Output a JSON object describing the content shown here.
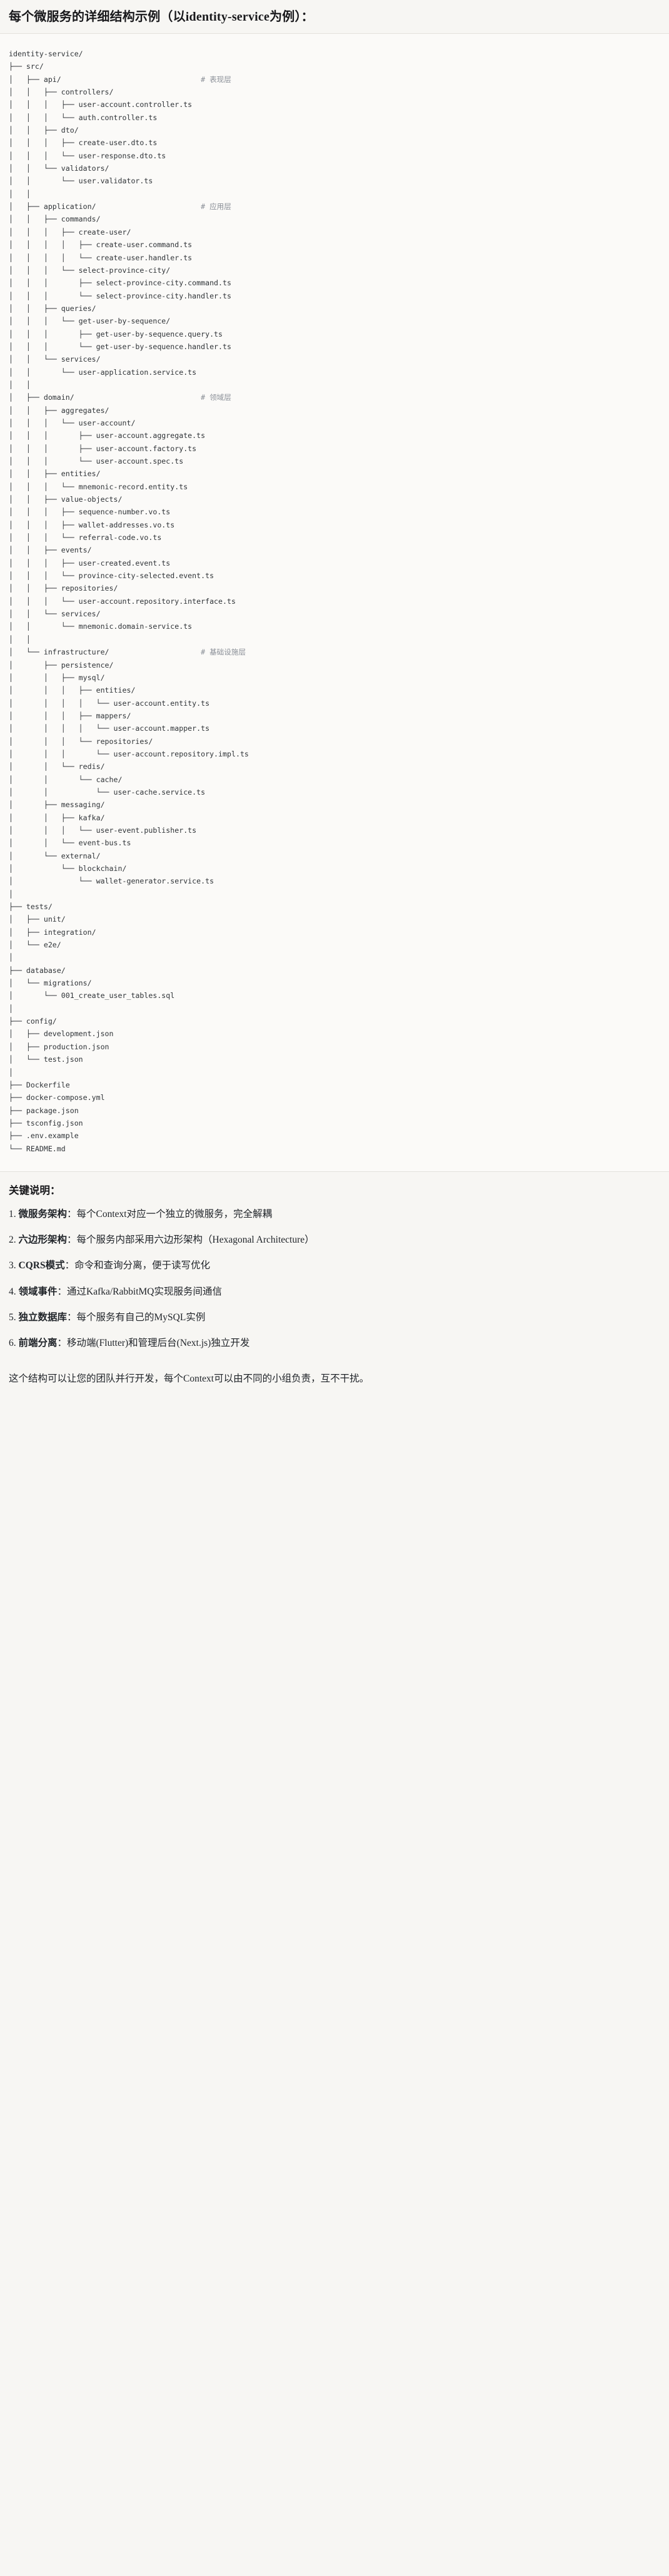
{
  "document": {
    "title": "每个微服务的详细结构示例（以identity-service为例）："
  },
  "tree": {
    "root": "identity-service/",
    "lines": [
      {
        "text": "identity-service/",
        "comment": ""
      },
      {
        "text": "├── src/",
        "comment": ""
      },
      {
        "text": "│   ├── api/",
        "comment": "# 表现层"
      },
      {
        "text": "│   │   ├── controllers/",
        "comment": ""
      },
      {
        "text": "│   │   │   ├── user-account.controller.ts",
        "comment": ""
      },
      {
        "text": "│   │   │   └── auth.controller.ts",
        "comment": ""
      },
      {
        "text": "│   │   ├── dto/",
        "comment": ""
      },
      {
        "text": "│   │   │   ├── create-user.dto.ts",
        "comment": ""
      },
      {
        "text": "│   │   │   └── user-response.dto.ts",
        "comment": ""
      },
      {
        "text": "│   │   └── validators/",
        "comment": ""
      },
      {
        "text": "│   │       └── user.validator.ts",
        "comment": ""
      },
      {
        "text": "│   │",
        "comment": ""
      },
      {
        "text": "│   ├── application/",
        "comment": "# 应用层"
      },
      {
        "text": "│   │   ├── commands/",
        "comment": ""
      },
      {
        "text": "│   │   │   ├── create-user/",
        "comment": ""
      },
      {
        "text": "│   │   │   │   ├── create-user.command.ts",
        "comment": ""
      },
      {
        "text": "│   │   │   │   └── create-user.handler.ts",
        "comment": ""
      },
      {
        "text": "│   │   │   └── select-province-city/",
        "comment": ""
      },
      {
        "text": "│   │   │       ├── select-province-city.command.ts",
        "comment": ""
      },
      {
        "text": "│   │   │       └── select-province-city.handler.ts",
        "comment": ""
      },
      {
        "text": "│   │   ├── queries/",
        "comment": ""
      },
      {
        "text": "│   │   │   └── get-user-by-sequence/",
        "comment": ""
      },
      {
        "text": "│   │   │       ├── get-user-by-sequence.query.ts",
        "comment": ""
      },
      {
        "text": "│   │   │       └── get-user-by-sequence.handler.ts",
        "comment": ""
      },
      {
        "text": "│   │   └── services/",
        "comment": ""
      },
      {
        "text": "│   │       └── user-application.service.ts",
        "comment": ""
      },
      {
        "text": "│   │",
        "comment": ""
      },
      {
        "text": "│   ├── domain/",
        "comment": "# 领域层"
      },
      {
        "text": "│   │   ├── aggregates/",
        "comment": ""
      },
      {
        "text": "│   │   │   └── user-account/",
        "comment": ""
      },
      {
        "text": "│   │   │       ├── user-account.aggregate.ts",
        "comment": ""
      },
      {
        "text": "│   │   │       ├── user-account.factory.ts",
        "comment": ""
      },
      {
        "text": "│   │   │       └── user-account.spec.ts",
        "comment": ""
      },
      {
        "text": "│   │   ├── entities/",
        "comment": ""
      },
      {
        "text": "│   │   │   └── mnemonic-record.entity.ts",
        "comment": ""
      },
      {
        "text": "│   │   ├── value-objects/",
        "comment": ""
      },
      {
        "text": "│   │   │   ├── sequence-number.vo.ts",
        "comment": ""
      },
      {
        "text": "│   │   │   ├── wallet-addresses.vo.ts",
        "comment": ""
      },
      {
        "text": "│   │   │   └── referral-code.vo.ts",
        "comment": ""
      },
      {
        "text": "│   │   ├── events/",
        "comment": ""
      },
      {
        "text": "│   │   │   ├── user-created.event.ts",
        "comment": ""
      },
      {
        "text": "│   │   │   └── province-city-selected.event.ts",
        "comment": ""
      },
      {
        "text": "│   │   ├── repositories/",
        "comment": ""
      },
      {
        "text": "│   │   │   └── user-account.repository.interface.ts",
        "comment": ""
      },
      {
        "text": "│   │   └── services/",
        "comment": ""
      },
      {
        "text": "│   │       └── mnemonic.domain-service.ts",
        "comment": ""
      },
      {
        "text": "│   │",
        "comment": ""
      },
      {
        "text": "│   └── infrastructure/",
        "comment": "# 基础设施层"
      },
      {
        "text": "│       ├── persistence/",
        "comment": ""
      },
      {
        "text": "│       │   ├── mysql/",
        "comment": ""
      },
      {
        "text": "│       │   │   ├── entities/",
        "comment": ""
      },
      {
        "text": "│       │   │   │   └── user-account.entity.ts",
        "comment": ""
      },
      {
        "text": "│       │   │   ├── mappers/",
        "comment": ""
      },
      {
        "text": "│       │   │   │   └── user-account.mapper.ts",
        "comment": ""
      },
      {
        "text": "│       │   │   └── repositories/",
        "comment": ""
      },
      {
        "text": "│       │   │       └── user-account.repository.impl.ts",
        "comment": ""
      },
      {
        "text": "│       │   └── redis/",
        "comment": ""
      },
      {
        "text": "│       │       └── cache/",
        "comment": ""
      },
      {
        "text": "│       │           └── user-cache.service.ts",
        "comment": ""
      },
      {
        "text": "│       ├── messaging/",
        "comment": ""
      },
      {
        "text": "│       │   ├── kafka/",
        "comment": ""
      },
      {
        "text": "│       │   │   └── user-event.publisher.ts",
        "comment": ""
      },
      {
        "text": "│       │   └── event-bus.ts",
        "comment": ""
      },
      {
        "text": "│       └── external/",
        "comment": ""
      },
      {
        "text": "│           └── blockchain/",
        "comment": ""
      },
      {
        "text": "│               └── wallet-generator.service.ts",
        "comment": ""
      },
      {
        "text": "│",
        "comment": ""
      },
      {
        "text": "├── tests/",
        "comment": ""
      },
      {
        "text": "│   ├── unit/",
        "comment": ""
      },
      {
        "text": "│   ├── integration/",
        "comment": ""
      },
      {
        "text": "│   └── e2e/",
        "comment": ""
      },
      {
        "text": "│",
        "comment": ""
      },
      {
        "text": "├── database/",
        "comment": ""
      },
      {
        "text": "│   └── migrations/",
        "comment": ""
      },
      {
        "text": "│       └── 001_create_user_tables.sql",
        "comment": ""
      },
      {
        "text": "│",
        "comment": ""
      },
      {
        "text": "├── config/",
        "comment": ""
      },
      {
        "text": "│   ├── development.json",
        "comment": ""
      },
      {
        "text": "│   ├── production.json",
        "comment": ""
      },
      {
        "text": "│   └── test.json",
        "comment": ""
      },
      {
        "text": "│",
        "comment": ""
      },
      {
        "text": "├── Dockerfile",
        "comment": ""
      },
      {
        "text": "├── docker-compose.yml",
        "comment": ""
      },
      {
        "text": "├── package.json",
        "comment": ""
      },
      {
        "text": "├── tsconfig.json",
        "comment": ""
      },
      {
        "text": "├── .env.example",
        "comment": ""
      },
      {
        "text": "└── README.md",
        "comment": ""
      }
    ]
  },
  "keypoints": {
    "title": "关键说明：",
    "items": [
      {
        "term": "微服务架构",
        "desc": "：每个Context对应一个独立的微服务，完全解耦"
      },
      {
        "term": "六边形架构",
        "desc": "：每个服务内部采用六边形架构（Hexagonal Architecture）"
      },
      {
        "term": "CQRS模式",
        "desc": "：命令和查询分离，便于读写优化"
      },
      {
        "term": "领域事件",
        "desc": "：通过Kafka/RabbitMQ实现服务间通信"
      },
      {
        "term": "独立数据库",
        "desc": "：每个服务有自己的MySQL实例"
      },
      {
        "term": "前端分离",
        "desc": "：移动端(Flutter)和管理后台(Next.js)独立开发"
      }
    ],
    "closing": "这个结构可以让您的团队并行开发，每个Context可以由不同的小组负责，互不干扰。"
  }
}
